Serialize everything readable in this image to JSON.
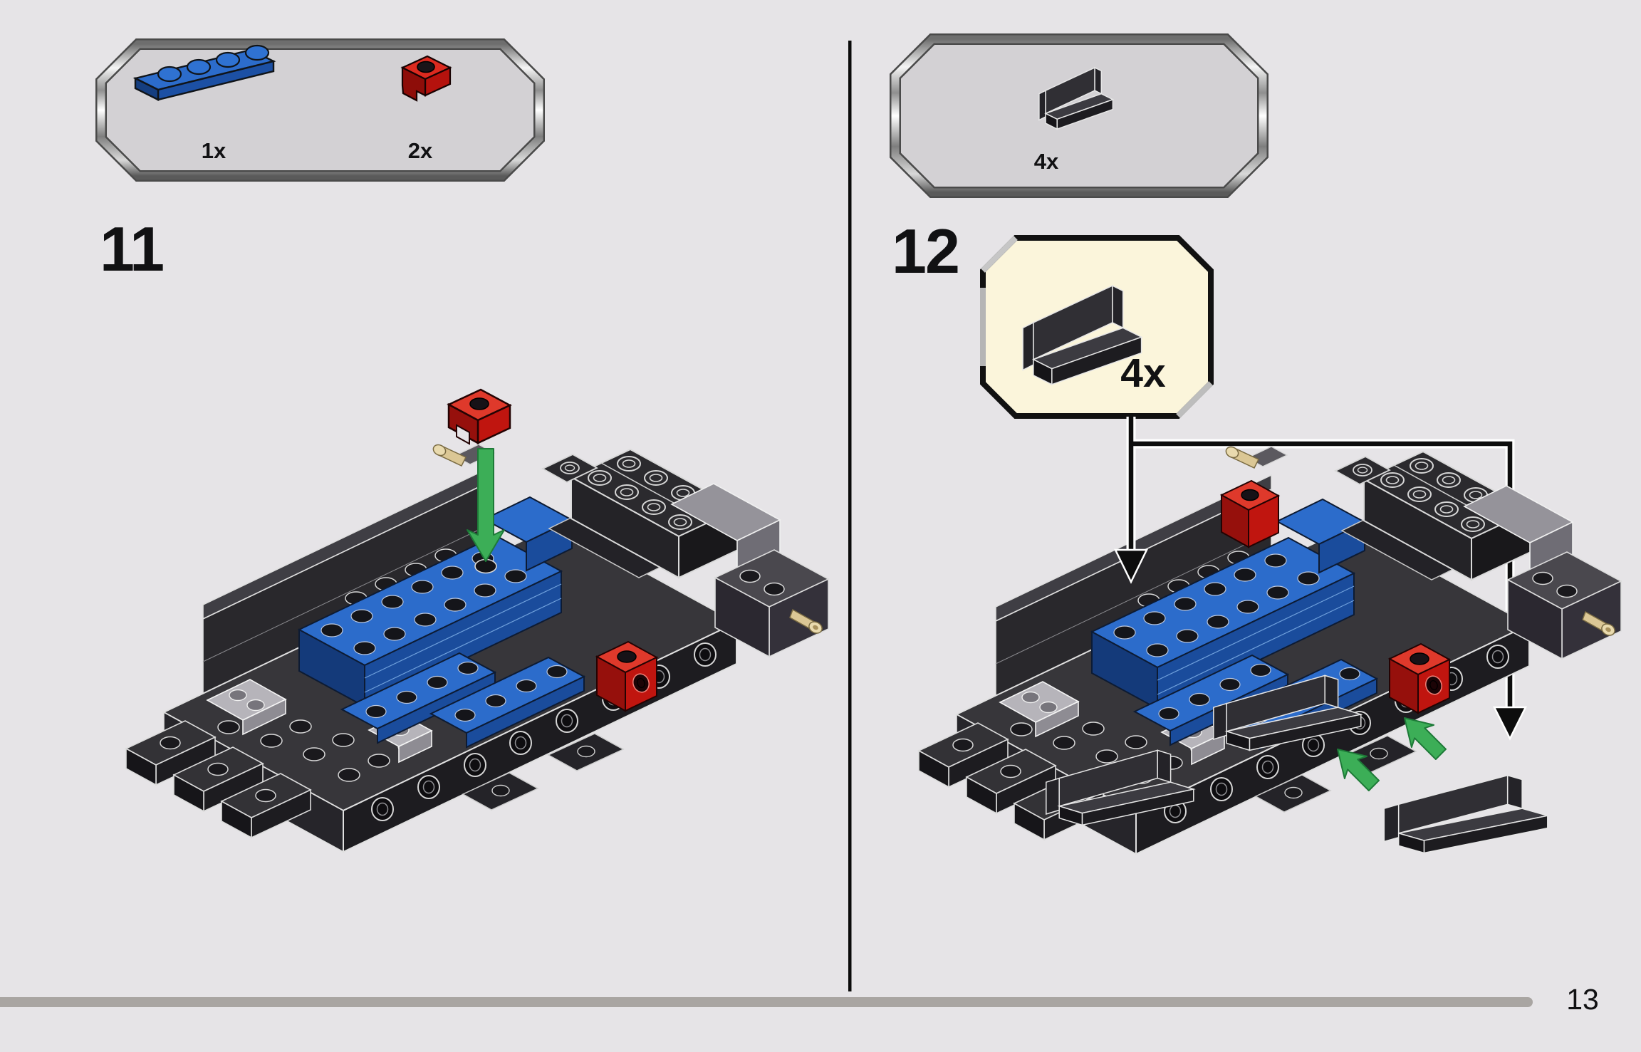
{
  "page": {
    "page_number": "13",
    "background_color": "#E6E4E7",
    "divider_color": "#0B0B0B",
    "progress_bar_color": "#A9A5A2",
    "callout_background": "#FBF5DB",
    "accent_green": "#3CAE57",
    "brick_blue": "#2C6CCB",
    "brick_red": "#D5241D",
    "brick_dark": "#2B2A2E",
    "brick_tan": "#DBC795"
  },
  "steps": [
    {
      "number": "11",
      "parts": [
        {
          "name": "blue-plate-1x4",
          "count": "1x",
          "color": "#2C6CCB"
        },
        {
          "name": "red-bracket-1x1-side-stud",
          "count": "2x",
          "color": "#D5241D"
        }
      ]
    },
    {
      "number": "12",
      "parts": [
        {
          "name": "black-panel-1x4",
          "count": "4x",
          "color": "#2B2A2E"
        }
      ],
      "callout": {
        "part": "black-panel-1x4",
        "count": "4x"
      }
    }
  ]
}
